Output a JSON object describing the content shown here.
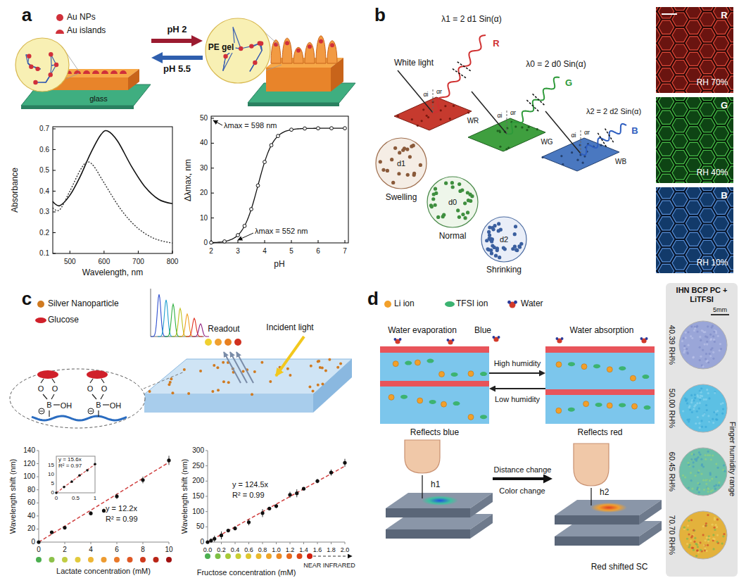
{
  "diagram": {
    "nodes": [
      {
        "text": [
          "glass"
        ]
      },
      {
        "text": [
          "PE gel"
        ]
      },
      {
        "text": [
          "R",
          "RH 70%"
        ]
      },
      {
        "text": [
          "G",
          "RH 40%"
        ]
      },
      {
        "text": [
          "B",
          "RH 10%"
        ]
      },
      {
        "text": [
          "Reflects blue"
        ]
      },
      {
        "text": [
          "Reflects red"
        ]
      },
      {
        "text": [
          "h1"
        ]
      },
      {
        "text": [
          "h2"
        ]
      },
      {
        "text": [
          "IHN BCP PC + LiTFSI",
          "5mm",
          "40.39 RH%",
          "50.00 RH%",
          "60.45 RH%",
          "70.70 RH%",
          "Finger humidity range"
        ]
      }
    ],
    "edges": [
      {
        "from": 0,
        "to": 1,
        "label": "pH 2",
        "arrow": "to"
      },
      {
        "from": 1,
        "to": 0,
        "label": "pH 5.5",
        "arrow": "to"
      },
      {
        "from": 5,
        "to": 6,
        "label": "High humidity",
        "arrow": "to"
      },
      {
        "from": 6,
        "to": 5,
        "label": "Low humidity",
        "arrow": "to"
      },
      {
        "from": 7,
        "to": 8,
        "label": "Distance change",
        "arrow": "to"
      }
    ],
    "labels": [
      "a",
      "Absorbance",
      "0.1",
      "0.2",
      "0.3",
      "0.4",
      "0.5",
      "0.6",
      "0.7",
      "500",
      "600",
      "700",
      "800",
      "Wavelength, nm",
      "Δλmax, nm",
      "0",
      "10",
      "20",
      "30",
      "40",
      "50",
      "2",
      "3",
      "4",
      "5",
      "6",
      "7",
      "pH",
      "λmax = 598 nm",
      "λmax = 552 nm",
      "b",
      "White light",
      "λ1 = 2 d1 Sin(α)",
      "λ0 = 2 d0 Sin(α)",
      "λ2 = 2 d2 Sin(α)",
      "R",
      "G",
      "B",
      "WR",
      "WG",
      "WB",
      "Swelling",
      "Normal",
      "Shrinking",
      "d1",
      "d0",
      "d2",
      "αi",
      "αr",
      "αi",
      "αr",
      "αi",
      "αr",
      "c",
      "Readout",
      "Incident light",
      "O",
      "O",
      "B",
      "OH",
      "O",
      "O",
      "B",
      "OH",
      "Wavelength shift (nm)",
      "0",
      "20",
      "40",
      "60",
      "80",
      "100",
      "120",
      "140",
      "0",
      "2",
      "4",
      "6",
      "8",
      "10",
      "Lactate concentration (mM)",
      "y = 12.2x",
      "R² = 0.99",
      "y = 15.6x",
      "R² = 0.97",
      "0",
      "5",
      "10",
      "15",
      "0",
      "0.5",
      "1",
      "Wavelength shift (nm)",
      "0",
      "50",
      "100",
      "150",
      "200",
      "250",
      "300",
      "0.0",
      "0.2",
      "0.4",
      "0.6",
      "0.8",
      "1.0",
      "1.2",
      "1.4",
      "1.6",
      "1.8",
      "2.0",
      "Fructose concentration (mM)",
      "y = 124.5x",
      "R² = 0.99",
      "NEAR INFRARED",
      "d",
      "Water evaporation",
      "Blue",
      "Water absorption",
      "Color change",
      "Red shifted SC"
    ],
    "legend": [
      {
        "text": "Au NPs"
      },
      {
        "text": "Au islands"
      },
      {
        "text": "Silver Nanoparticle"
      },
      {
        "text": "Glucose"
      },
      {
        "text": "Li ion"
      },
      {
        "text": "TFSI ion"
      },
      {
        "text": "Water"
      }
    ]
  }
}
